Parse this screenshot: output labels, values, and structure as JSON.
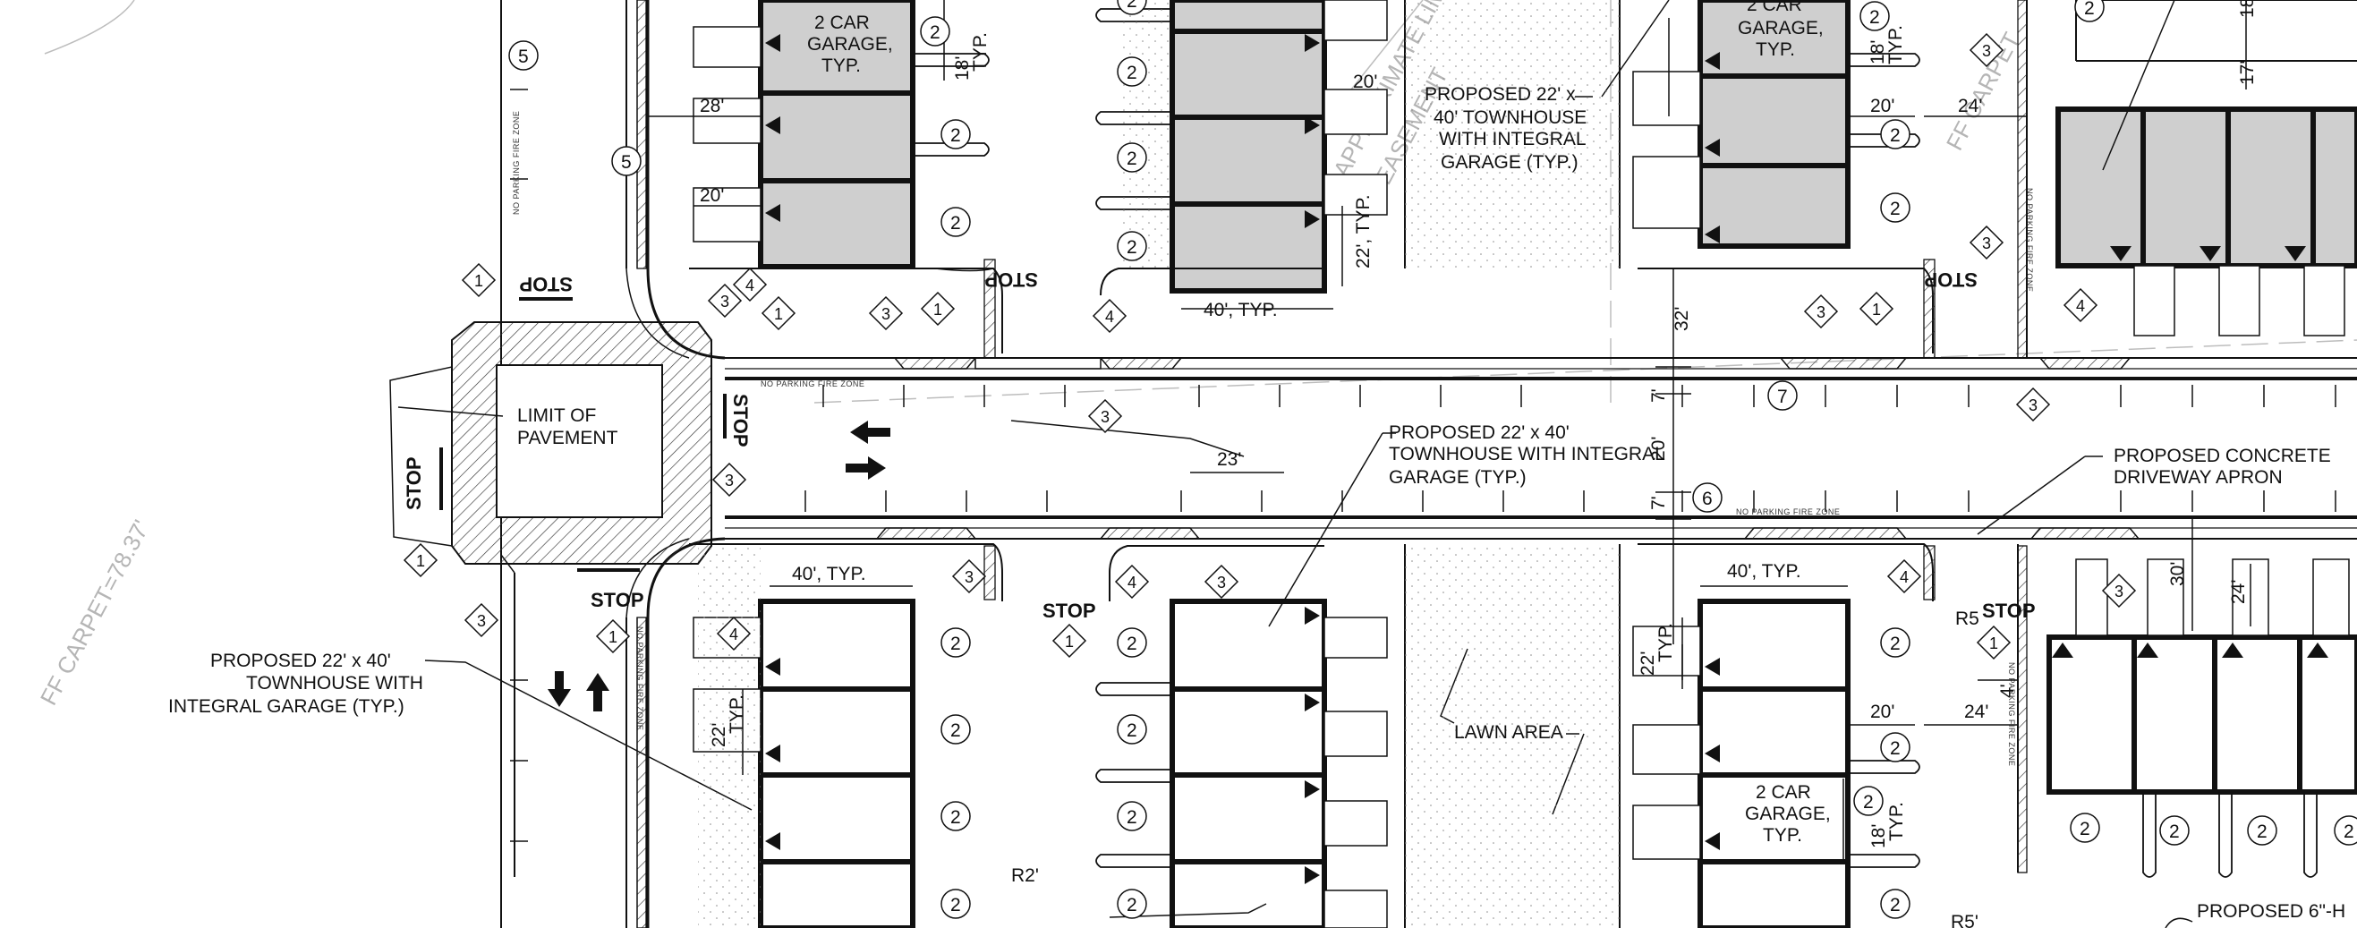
{
  "labels": {
    "limit_of_pavement_1": "LIMIT OF",
    "limit_of_pavement_2": "PAVEMENT",
    "townhouse_top_1": "PROPOSED 22' x",
    "townhouse_top_2": "40' TOWNHOUSE",
    "townhouse_top_3": "WITH INTEGRAL",
    "townhouse_top_4": "GARAGE (TYP.)",
    "townhouse_mid_1": "PROPOSED 22' x 40'",
    "townhouse_mid_2": "TOWNHOUSE WITH INTEGRAL",
    "townhouse_mid_3": "GARAGE (TYP.)",
    "townhouse_left_1": "PROPOSED 22' x 40'",
    "townhouse_left_2": "TOWNHOUSE WITH",
    "townhouse_left_3": "INTEGRAL GARAGE (TYP.)",
    "apron_1": "PROPOSED CONCRETE",
    "apron_2": "DRIVEWAY APRON",
    "lawn": "LAWN AREA",
    "curb_1": "PROPOSED 6\"-H",
    "garage_1": "2 CAR",
    "garage_2": "GARAGE,",
    "garage_3": "TYP.",
    "stop": "STOP",
    "fire_zone": "NO PARKING FIRE ZONE",
    "ff_carpet": "FF CARPET=78.37'",
    "approx_limit": "APPROXIMATE LIMIT",
    "easement": "& EASEMENT",
    "ff_carpet_right": "FF CARPET"
  },
  "dimensions": {
    "d28": "28'",
    "d20": "20'",
    "d18": "18'",
    "d22": "22'",
    "d24": "24'",
    "d23": "23'",
    "d30": "30'",
    "d32": "32'",
    "d17": "17'",
    "d18b": "18'",
    "d7": "7'",
    "d4": "4'",
    "d40typ": "40', TYP.",
    "d22typ": "22', TYP.",
    "d18typ": "18', TYP.",
    "r2": "R2'",
    "r5": "R5",
    "r5b": "R5'",
    "typ": "TYP."
  },
  "callouts": {
    "c1": "1",
    "c2": "2",
    "c3": "3",
    "c4": "4",
    "c5": "5",
    "c6": "6",
    "c7": "7"
  },
  "colors": {
    "line": "#111111",
    "garage_fill": "#cfcfcf",
    "ghost": "#b5b5b5",
    "hatch": "#333333"
  }
}
